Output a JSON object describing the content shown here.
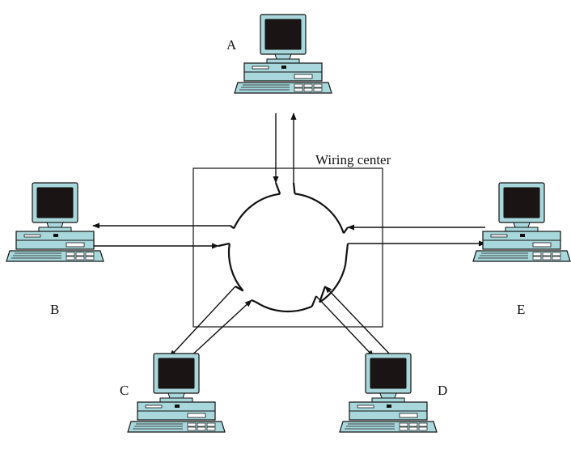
{
  "diagram": {
    "center_label": "Wiring center",
    "stations": [
      {
        "id": "A",
        "label": "A"
      },
      {
        "id": "B",
        "label": "B"
      },
      {
        "id": "C",
        "label": "C"
      },
      {
        "id": "D",
        "label": "D"
      },
      {
        "id": "E",
        "label": "E"
      }
    ]
  },
  "colors": {
    "monitor_body": "#a9d8dc",
    "screen": "#1b1414",
    "outline": "#111111"
  }
}
